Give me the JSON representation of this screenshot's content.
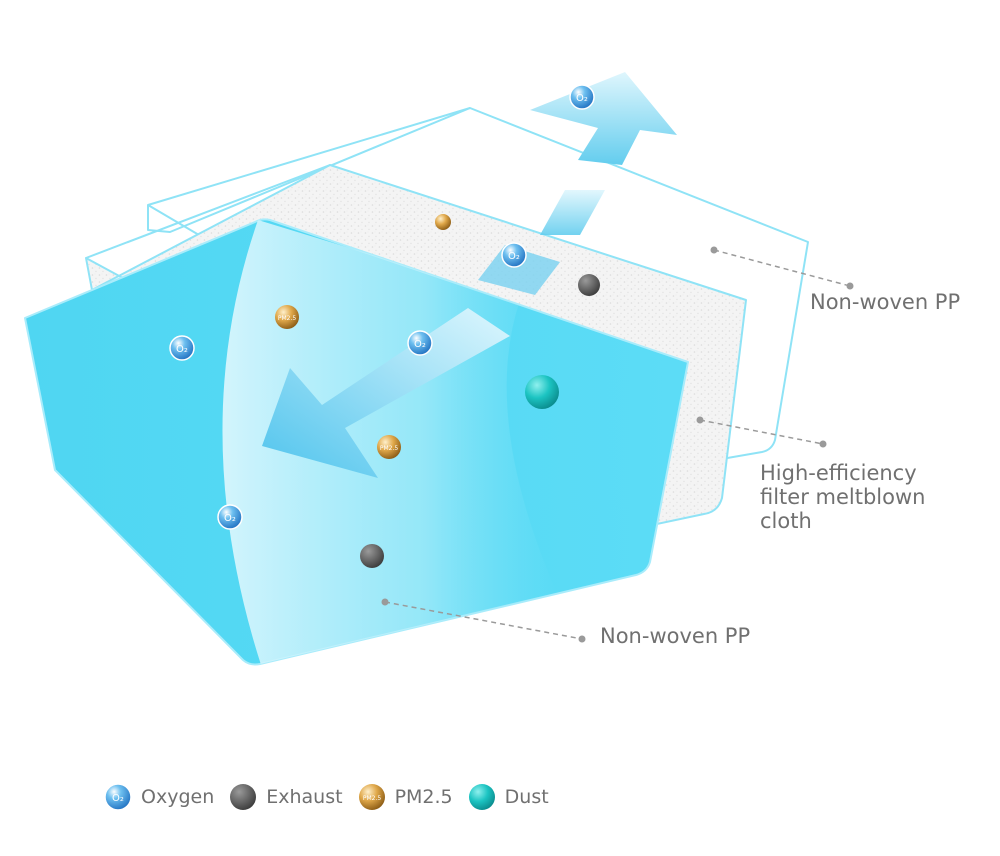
{
  "labels": {
    "outer_layer": "Non-woven PP",
    "middle_layer": "High-efficiency\nfilter meltblown\ncloth",
    "inner_layer": "Non-woven PP"
  },
  "legend": [
    {
      "name": "Oxygen",
      "icon": "oxygen-icon"
    },
    {
      "name": "Exhaust",
      "icon": "exhaust-icon"
    },
    {
      "name": "PM2.5",
      "icon": "pm25-icon"
    },
    {
      "name": "Dust",
      "icon": "dust-icon"
    }
  ],
  "particle_symbols": {
    "oxygen": "O₂",
    "pm25": "PM2.5"
  },
  "colors": {
    "front_layer": "#5fdcf5",
    "layer_outline": "#8fe3f6",
    "arrow": "#8ad8f2",
    "oxygen": "#2d8fd8",
    "exhaust": "#5a5a5a",
    "pm25": "#c98a2a",
    "dust": "#19b8b8",
    "label_text": "#707070",
    "leader_line": "#9a9a9a"
  }
}
